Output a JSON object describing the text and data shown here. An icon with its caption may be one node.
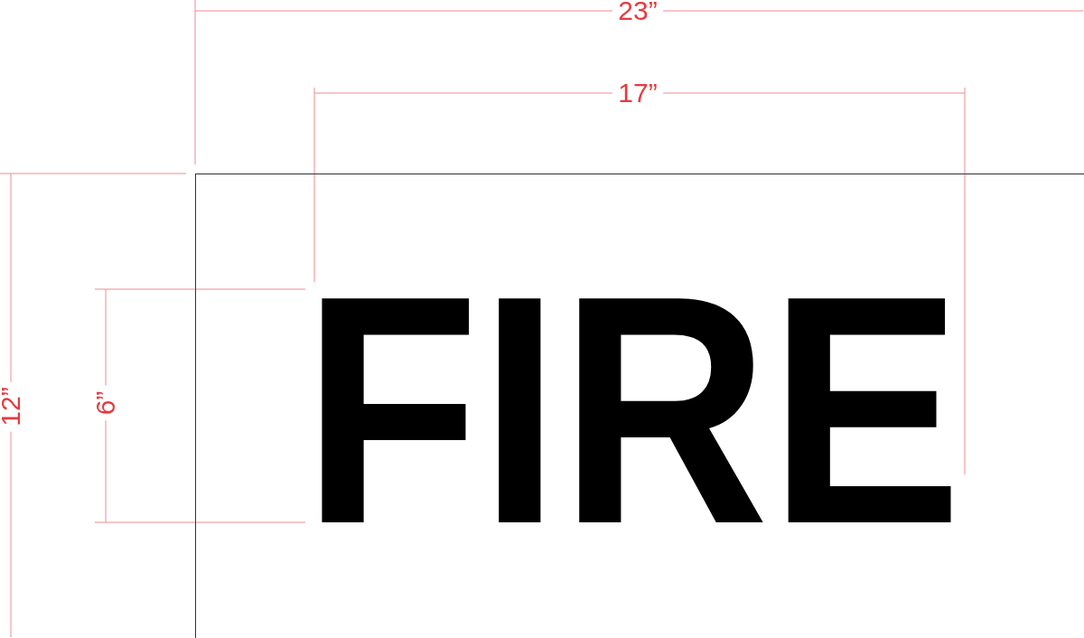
{
  "diagram": {
    "nodes": [
      {
        "text": [
          "FIRE"
        ]
      }
    ],
    "labels": [
      "23”",
      "17”",
      "12”",
      "6”"
    ]
  }
}
